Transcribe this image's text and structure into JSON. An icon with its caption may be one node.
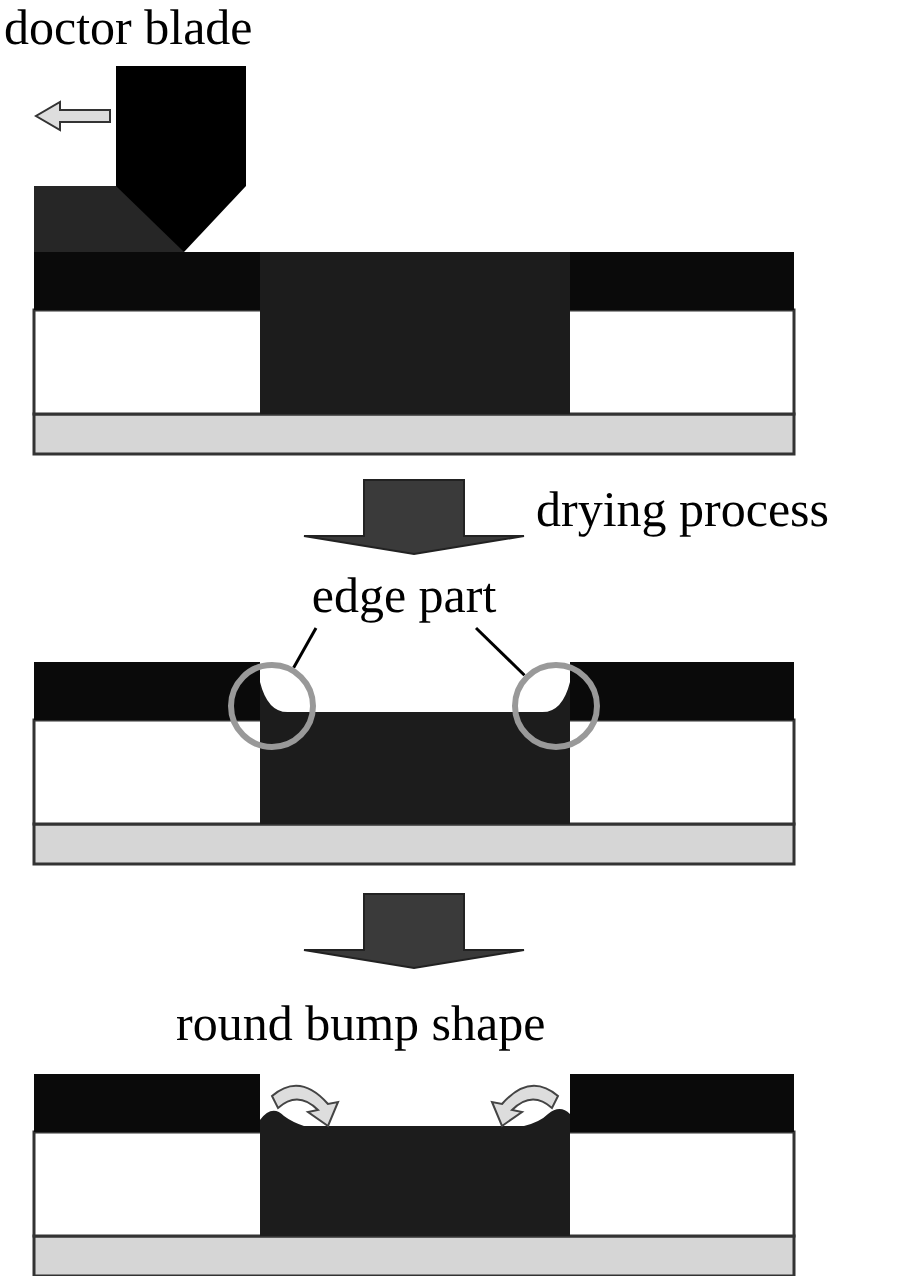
{
  "diagram": {
    "nodes": [
      {
        "text": [
          "edge part"
        ]
      },
      {
        "text": [],
        "shape": "circle"
      },
      {
        "text": [],
        "shape": "circle"
      }
    ],
    "edges": [
      {
        "from": 0,
        "to": 1,
        "arrow": "none"
      },
      {
        "from": 0,
        "to": 2,
        "arrow": "none"
      }
    ],
    "labels": [
      "doctor blade",
      "drying process",
      "round bump shape"
    ]
  }
}
